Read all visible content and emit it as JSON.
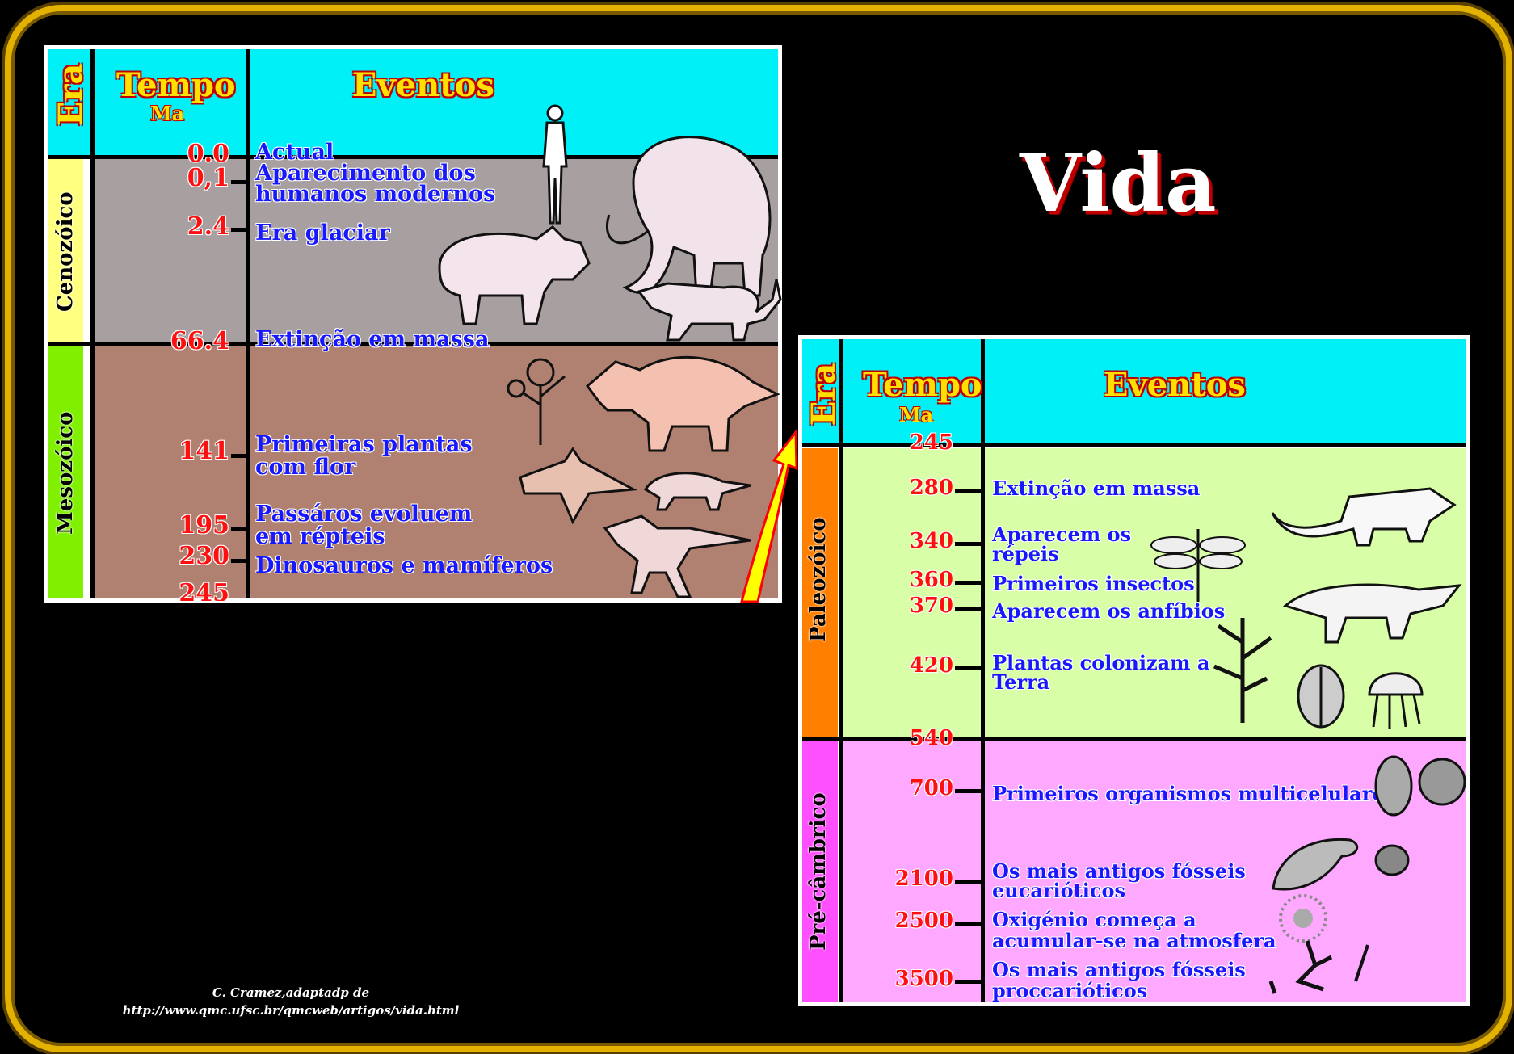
{
  "title": "Vida",
  "credit": {
    "line1": "C. Cramez,adaptadp de",
    "line2": "http://www.qmc.ufsc.br/qmcweb/artigos/vida.html"
  },
  "colors": {
    "frame": "#e3b100",
    "header": "#00f0f8",
    "cenozoico_bar": "#ffff80",
    "cenozoico_bg": "#a8a0a0",
    "mesozoico_bar": "#80f000",
    "mesozoico_bg": "#b08070",
    "paleozoico_bar": "#ff8000",
    "paleozoico_bg": "#d8ffa8",
    "precambrico_bar": "#ff50ff",
    "precambrico_bg": "#ffa8ff",
    "time_text": "#ff1010",
    "event_text": "#1818ff",
    "arrow": "#ffff00"
  },
  "panel1": {
    "header": {
      "era": "Era",
      "tempo": "Tempo",
      "unit": "Ma",
      "eventos": "Eventos"
    },
    "eras": [
      {
        "name": "Cenozóico"
      },
      {
        "name": "Mesozóico"
      }
    ],
    "times": [
      "0.0",
      "0,1",
      "2.4",
      "66.4",
      "141",
      "195",
      "230",
      "245"
    ],
    "events": [
      {
        "text": "Actual"
      },
      {
        "text": "Aparecimento dos",
        "text2": "humanos modernos"
      },
      {
        "text": "Era glaciar"
      },
      {
        "text": "Extinção em massa"
      },
      {
        "text": "Primeiras plantas",
        "text2": "com flor"
      },
      {
        "text": "Passáros evoluem",
        "text2": "em répteis"
      },
      {
        "text": "Dinosauros e mamíferos"
      }
    ],
    "icons": [
      "human-icon",
      "mammoth-icon",
      "rhino-icon",
      "tiger-icon",
      "flower-icon",
      "triceratops-icon",
      "bird-icon",
      "mammal-icon",
      "tyrannosaurus-icon"
    ]
  },
  "panel2": {
    "header": {
      "era": "Era",
      "tempo": "Tempo",
      "unit": "Ma",
      "eventos": "Eventos"
    },
    "eras": [
      {
        "name": "Paleozóico"
      },
      {
        "name": "Pré-câmbrico"
      }
    ],
    "times": [
      "245",
      "280",
      "340",
      "360",
      "370",
      "420",
      "540",
      "700",
      "2100",
      "2500",
      "3500"
    ],
    "events": [
      {
        "text": "Extinção em massa"
      },
      {
        "text": "Aparecem os",
        "text2": "répeis"
      },
      {
        "text": "Primeiros insectos"
      },
      {
        "text": "Aparecem os anfíbios"
      },
      {
        "text": "Plantas colonizam  a",
        "text2": "Terra"
      },
      {
        "text": "Primeiros organismos multicelulares"
      },
      {
        "text": "Os mais antigos fósseis",
        "text2": "eucarióticos"
      },
      {
        "text": "Oxigénio começa a",
        "text2": "acumular-se na atmosfera"
      },
      {
        "text": "Os mais antigos fósseis",
        "text2": "proccarióticos"
      }
    ],
    "icons": [
      "reptile-icon",
      "dragonfly-icon",
      "amphibian-icon",
      "plant-icon",
      "trilobite-icon",
      "jellyfish-icon",
      "cell-icon",
      "microbe-icon",
      "bacteria-icon"
    ]
  }
}
